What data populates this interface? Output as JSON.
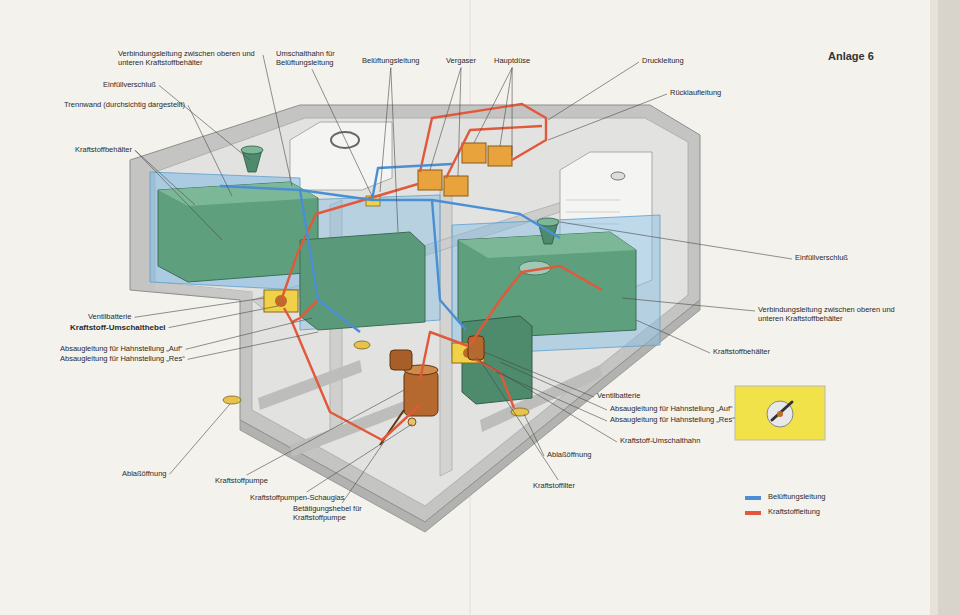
{
  "diagram": {
    "title": "Anlage 6",
    "labels": [
      "Verbindungsleitung zwischen oberen und unteren Kraftstoffbehälter",
      "Einfüllverschluß",
      "Trennwand (durchsichtig dargestellt)",
      "Kraftstoffbehälter",
      "Umschalthahn für Belüftungsleitung",
      "Belüftungsleitung",
      "Vergaser",
      "Hauptdüse",
      "Druckleitung",
      "Rücklaufleitung",
      "Einfüllverschluß",
      "Verbindungsleitung zwischen oberen und unteren Kraftstoffbehälter",
      "Kraftstoffbehälter",
      "Ventilbatterie",
      "Kraftstoff-Umschalthebel",
      "Absaugleitung für Hahnstellung „Auf“",
      "Absaugleitung für Hahnstellung „Res“",
      "Ventilbatterie",
      "Absaugleitung für Hahnstellung „Auf“",
      "Absaugleitung für Hahnstellung „Res“",
      "Kraftstoff-Umschalthahn",
      "Ablaßöffnung",
      "Ablaßöffnung",
      "Kraftstoffpumpe",
      "Kraftstoffilter",
      "Kraftstoffpumpen-Schauglas",
      "Betätigungshebel für Kraftstoffpumpe"
    ],
    "legend": [
      {
        "text": "Belüftungsleitung",
        "color": "#4a8fd4"
      },
      {
        "text": "Kraftstoffleitung",
        "color": "#e2583a"
      }
    ]
  }
}
